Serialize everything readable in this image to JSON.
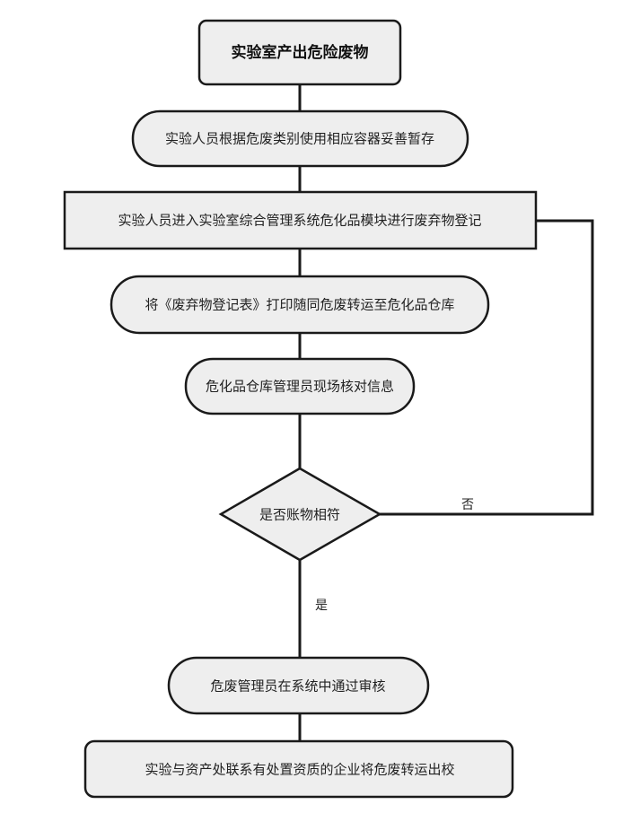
{
  "nodes": {
    "start": "实验室产出危险废物",
    "store": "实验人员根据危废类别使用相应容器妥善暂存",
    "register": "实验人员进入实验室综合管理系统危化品模块进行废弃物登记",
    "print": "将《废弃物登记表》打印随同危废转运至危化品仓库",
    "verify": "危化品仓库管理员现场核对信息",
    "decision": "是否账物相符",
    "approve": "危废管理员在系统中通过审核",
    "dispose": "实验与资产处联系有处置资质的企业将危废转运出校"
  },
  "edges": {
    "yes": "是",
    "no": "否"
  }
}
